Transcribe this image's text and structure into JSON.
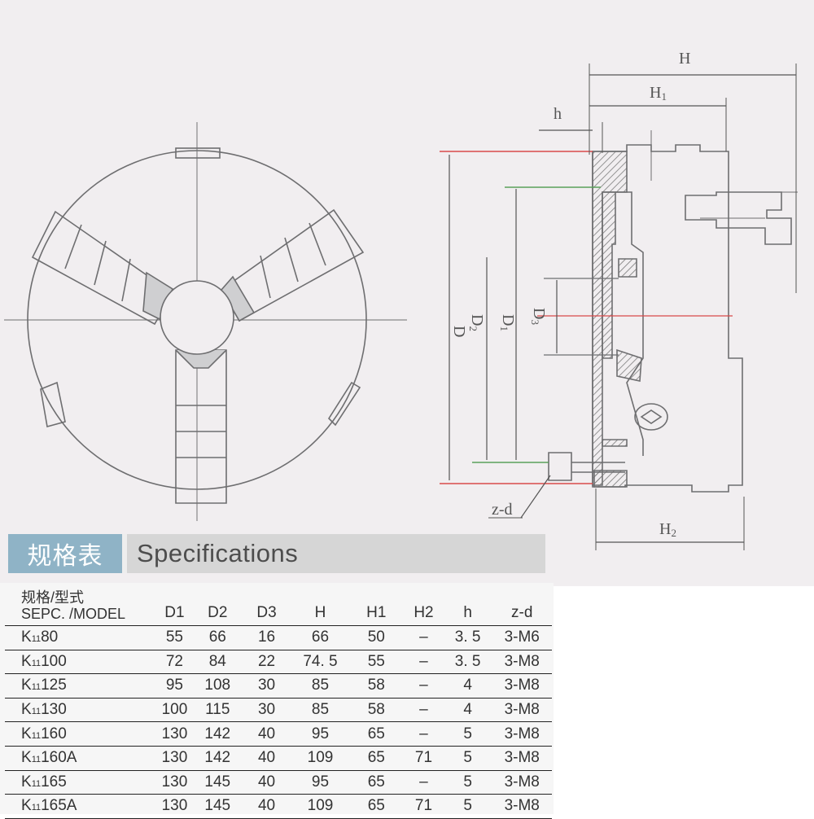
{
  "drawing": {
    "dim_labels": {
      "H": "H",
      "H1": "H",
      "H1_sub": "1",
      "h": "h",
      "D": "D",
      "D2": "D",
      "D2_sub": "2",
      "D1": "D",
      "D1_sub": "1",
      "D3": "D",
      "D3_sub": "3",
      "H2": "H",
      "H2_sub": "2",
      "zd": "z-d"
    }
  },
  "spec": {
    "title_cn": "规格表",
    "title_en": "Specifications",
    "headers": {
      "model_line1": "规格/型式",
      "model_line2": "SEPC. /MODEL",
      "d1": "D1",
      "d2": "D2",
      "d3": "D3",
      "h": "H",
      "h1": "H1",
      "h2": "H2",
      "hh": "h",
      "zd": "z-d"
    },
    "rows": [
      {
        "model": "K",
        "sub": "11",
        "num": "80",
        "d1": "55",
        "d2": "66",
        "d3": "16",
        "h": "66",
        "h1": "50",
        "h2": "–",
        "hh": "3. 5",
        "zd": "3-M6"
      },
      {
        "model": "K",
        "sub": "11",
        "num": "100",
        "d1": "72",
        "d2": "84",
        "d3": "22",
        "h": "74. 5",
        "h1": "55",
        "h2": "–",
        "hh": "3. 5",
        "zd": "3-M8"
      },
      {
        "model": "K",
        "sub": "11",
        "num": "125",
        "d1": "95",
        "d2": "108",
        "d3": "30",
        "h": "85",
        "h1": "58",
        "h2": "–",
        "hh": "4",
        "zd": "3-M8"
      },
      {
        "model": "K",
        "sub": "11",
        "num": "130",
        "d1": "100",
        "d2": "115",
        "d3": "30",
        "h": "85",
        "h1": "58",
        "h2": "–",
        "hh": "4",
        "zd": "3-M8"
      },
      {
        "model": "K",
        "sub": "11",
        "num": "160",
        "d1": "130",
        "d2": "142",
        "d3": "40",
        "h": "95",
        "h1": "65",
        "h2": "–",
        "hh": "5",
        "zd": "3-M8"
      },
      {
        "model": "K",
        "sub": "11",
        "num": "160A",
        "d1": "130",
        "d2": "142",
        "d3": "40",
        "h": "109",
        "h1": "65",
        "h2": "71",
        "hh": "5",
        "zd": "3-M8"
      },
      {
        "model": "K",
        "sub": "11",
        "num": "165",
        "d1": "130",
        "d2": "145",
        "d3": "40",
        "h": "95",
        "h1": "65",
        "h2": "–",
        "hh": "5",
        "zd": "3-M8"
      },
      {
        "model": "K",
        "sub": "11",
        "num": "165A",
        "d1": "130",
        "d2": "145",
        "d3": "40",
        "h": "109",
        "h1": "65",
        "h2": "71",
        "hh": "5",
        "zd": "3-M8"
      }
    ]
  },
  "colors": {
    "drawing_bg": "#f1eef0",
    "line": "#6e6e70",
    "dim_line": "#555555",
    "red_centerline": "#d94a4a",
    "green_line": "#5aa05a",
    "hatch": "#7a7a7a",
    "header_cn_bg": "#8fb3c6",
    "header_en_bg": "#d6d6d6"
  }
}
